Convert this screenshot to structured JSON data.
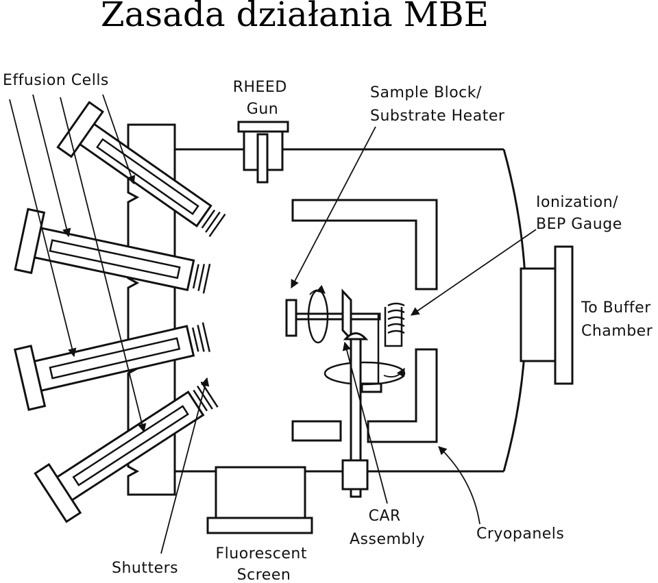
{
  "title": "Zasada działania MBE",
  "labels": {
    "effusion_cells": "Effusion Cells",
    "rheed_line1": "RHEED",
    "rheed_line2": "Gun",
    "sample_line1": "Sample Block/",
    "sample_line2": "Substrate Heater",
    "ion_line1": "Ionization/",
    "ion_line2": "BEP Gauge",
    "buffer_line1": "To Buffer",
    "buffer_line2": "Chamber",
    "car_line1": "CAR",
    "car_line2": "Assembly",
    "cryopanels": "Cryopanels",
    "shutters": "Shutters",
    "screen_line1": "Fluorescent",
    "screen_line2": "Screen"
  }
}
